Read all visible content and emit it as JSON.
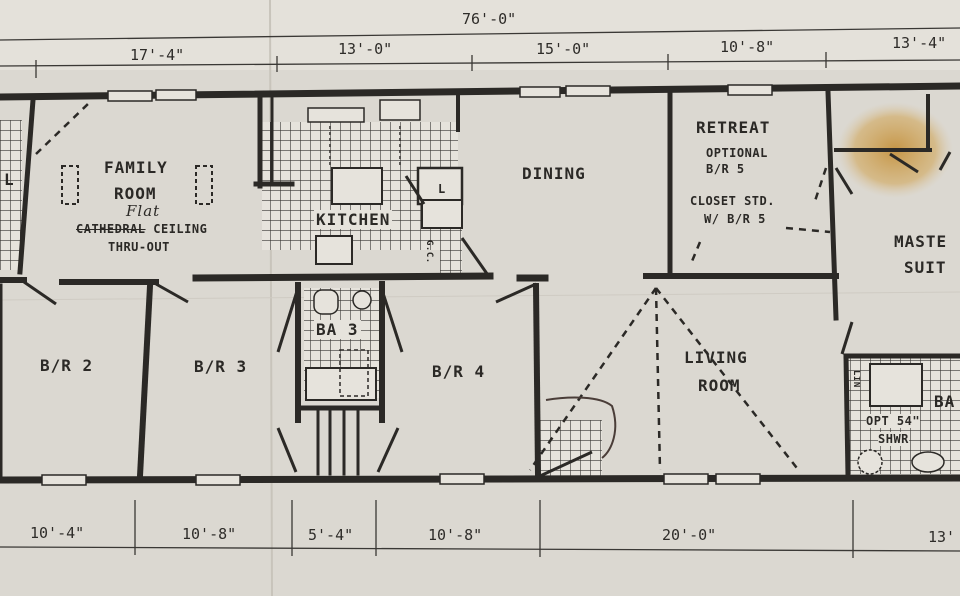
{
  "dimensions": {
    "overall": "76'-0\"",
    "top": [
      "17'-4\"",
      "13'-0\"",
      "15'-0\"",
      "10'-8\"",
      "13'-4\""
    ],
    "bottom": [
      "10'-4\"",
      "10'-8\"",
      "5'-4\"",
      "10'-8\"",
      "20'-0\"",
      "13'"
    ]
  },
  "rooms": {
    "family_room": {
      "line1": "FAMILY",
      "line2": "ROOM",
      "handwritten": "Flat",
      "ceiling_struck": "CATHEDRAL",
      "ceiling_rest": " CEILING",
      "thru": "THRU-OUT"
    },
    "kitchen": "KITCHEN",
    "dining": "DINING",
    "retreat": {
      "title": "RETREAT",
      "opt1": "OPTIONAL",
      "opt2": "B/R 5",
      "closet1": "CLOSET STD.",
      "closet2": "W/ B/R 5"
    },
    "master": {
      "line1": "MASTE",
      "line2": "SUIT"
    },
    "br2": "B/R 2",
    "br3": "B/R 3",
    "bath3": "BA 3",
    "br4": "B/R 4",
    "living": {
      "line1": "LIVING",
      "line2": "ROOM"
    },
    "master_bath": {
      "label": "BA",
      "opt1": "OPT 54\"",
      "opt2": "SHWR",
      "lin": "LIN"
    },
    "family_left": "L",
    "pantry": "L",
    "gc": "G.C."
  },
  "colors": {
    "paper": "#d9d6cf",
    "ink": "#2b2926",
    "stain": "#c89a3c"
  }
}
